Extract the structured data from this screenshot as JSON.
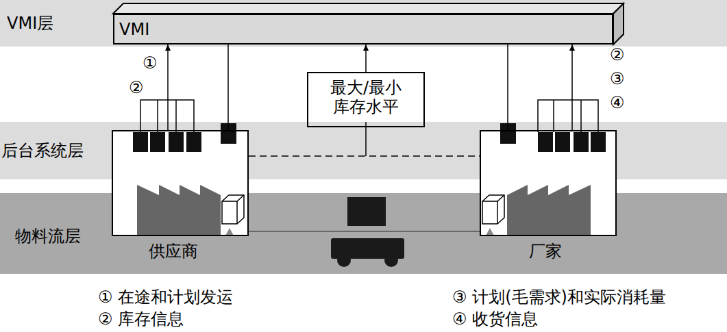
{
  "diagram": {
    "nodes": [
      {
        "text": [
          "VMI层"
        ]
      },
      {
        "text": [
          "VMI"
        ]
      },
      {
        "text": [
          "最大/最小 库存水平"
        ]
      },
      {
        "text": [
          "后台系统层"
        ]
      },
      {
        "text": [
          "物料流层"
        ]
      },
      {
        "text": [
          "供应商"
        ]
      },
      {
        "text": [
          "厂家"
        ]
      }
    ],
    "edges": [
      {
        "from": 5,
        "to": 1,
        "arrow": "to"
      },
      {
        "from": 5,
        "to": 1,
        "arrow": "none"
      },
      {
        "from": 2,
        "to": 1,
        "arrow": "to"
      },
      {
        "from": 6,
        "to": 1,
        "arrow": "none"
      },
      {
        "from": 6,
        "to": 1,
        "arrow": "to"
      },
      {
        "from": 5,
        "to": 6,
        "arrow": "none"
      }
    ],
    "labels": [
      "①",
      "②",
      "②",
      "③",
      "④",
      "① 在途和计划发运",
      "② 库存信息",
      "③ 计划(毛需求)和实际消耗量",
      "④ 收货信息"
    ]
  }
}
